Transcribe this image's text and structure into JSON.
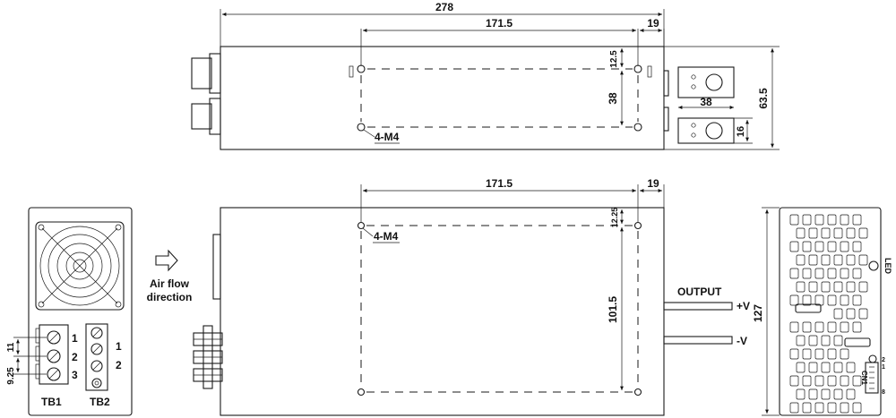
{
  "top_view": {
    "dim_length": "278",
    "dim_hole_x": "171.5",
    "dim_hole_offset": "19",
    "dim_hole_edge": "12.5",
    "dim_hole_y": "38",
    "dim_height": "63.5",
    "dim_terminal_pitch": "38",
    "dim_terminal_width": "16",
    "holes_label": "4-M4"
  },
  "front_view": {
    "dim_hole_x": "171.5",
    "dim_hole_offset": "19",
    "dim_hole_edge": "12.25",
    "dim_hole_y": "101.5",
    "holes_label": "4-M4",
    "output_label": "OUTPUT",
    "pos_label": "+V",
    "neg_label": "-V"
  },
  "left_end": {
    "tb1_label": "TB1",
    "tb2_label": "TB2",
    "tb1_pins": [
      "1",
      "2",
      "3"
    ],
    "tb2_pins": [
      "1",
      "2"
    ],
    "dim_pitch_top": "11",
    "dim_pitch_bottom": "9.25"
  },
  "airflow": {
    "line1": "Air flow",
    "line2": "direction"
  },
  "right_end": {
    "dim_height": "127",
    "led_label": "LED",
    "cn_label": "CN1",
    "cn_pin_first": "2",
    "cn_pin_second": "1",
    "cn_pin_last": "8"
  }
}
